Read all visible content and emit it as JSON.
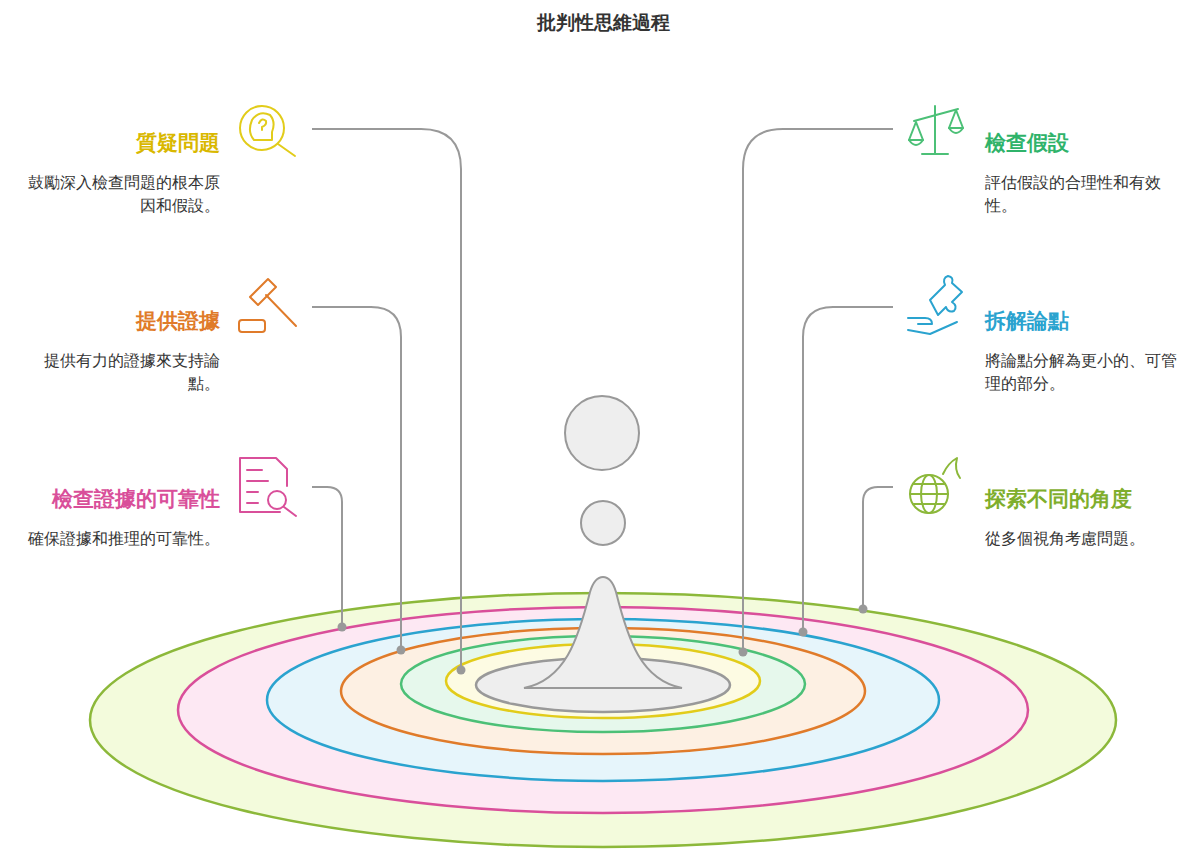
{
  "diagram": {
    "title": "批判性思維過程",
    "labels": [
      "質疑問題",
      "鼓勵深入檢查問題的根本原因和假設。",
      "檢查假設",
      "評估假設的合理性和有效性。",
      "提供證據",
      "提供有力的證據來支持論點。",
      "拆解論點",
      "將論點分解為更小的、可管理的部分。",
      "檢查證據的可靠性",
      "確保證據和推理的可靠性。",
      "探索不同的角度",
      "從多個視角考慮問題。"
    ]
  }
}
